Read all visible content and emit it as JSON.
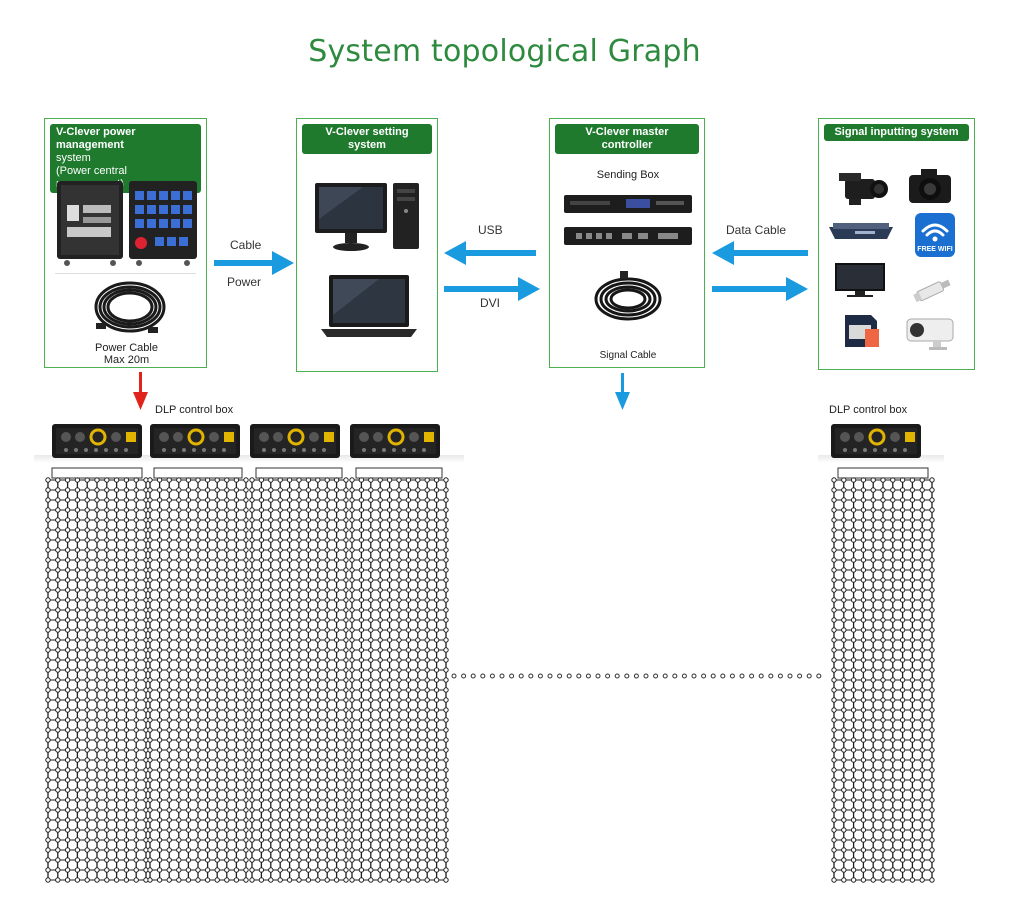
{
  "title": "System topological Graph",
  "panels": {
    "power": {
      "header_lines": [
        "V-Clever power management",
        "system",
        "(Power central management)"
      ],
      "caption_lines": [
        "Power Cable",
        "Max 20m"
      ]
    },
    "setting": {
      "header": "V-Clever setting system"
    },
    "master": {
      "header": "V-Clever master controller",
      "top_label": "Sending Box",
      "bottom_label": "Signal Cable"
    },
    "signal": {
      "header": "Signal inputting system",
      "wifi_text": "FREE WIFI"
    }
  },
  "flows": {
    "cable": "Cable",
    "power": "Power",
    "usb": "USB",
    "dvi": "DVI",
    "data_cable": "Data Cable"
  },
  "dlp": {
    "left_label": "DLP control box",
    "right_label": "DLP control box"
  },
  "colors": {
    "accent_green": "#1f7a2e",
    "panel_border": "#4caf50",
    "arrow_blue": "#1a9be0",
    "arrow_red": "#e0241b",
    "title_green": "#2e8a3e"
  },
  "icons": [
    "server-rack-icon",
    "power-distribution-icon",
    "cable-coil-icon",
    "desktop-pc-icon",
    "laptop-icon",
    "sending-box-icon",
    "network-cable-icon",
    "video-camera-icon",
    "dslr-camera-icon",
    "dvd-player-icon",
    "wifi-icon",
    "tv-icon",
    "usb-drive-icon",
    "sd-card-icon",
    "security-camera-icon",
    "dlp-control-box-icon",
    "led-mesh-screen-icon"
  ]
}
